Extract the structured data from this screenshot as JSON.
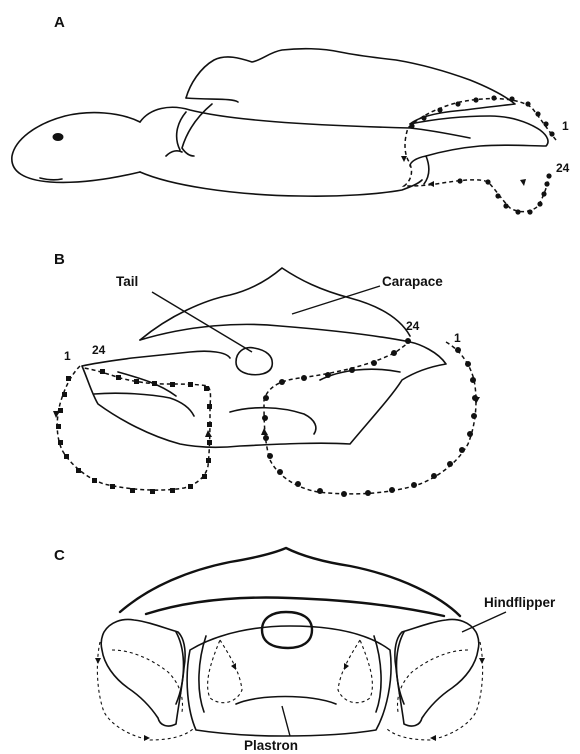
{
  "panels": {
    "a": {
      "label": "A",
      "start_label": "1",
      "end_label": "24"
    },
    "b": {
      "label": "B",
      "tail_label": "Tail",
      "carapace_label": "Carapace",
      "left_start": "1",
      "left_end": "24",
      "right_end": "24",
      "right_start": "1"
    },
    "c": {
      "label": "C",
      "hindflipper_label": "Hindflipper",
      "plastron_label": "Plastron"
    }
  },
  "colors": {
    "ink": "#111111",
    "background": "#ffffff"
  }
}
